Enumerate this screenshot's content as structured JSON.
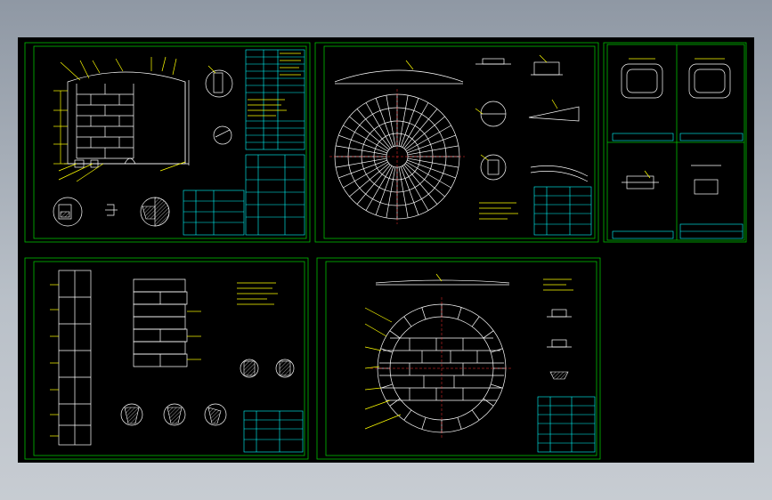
{
  "sheets": [
    {
      "name": "tank-elevation-sheet"
    },
    {
      "name": "roof-plan-sheet"
    },
    {
      "name": "manhole-details-sheet"
    },
    {
      "name": "shell-development-sheet"
    },
    {
      "name": "bottom-plan-sheet"
    }
  ],
  "colors": {
    "background": "#000000",
    "frame": "#00c000",
    "geometry": "#ffffff",
    "annotation": "#ffff00",
    "table": "#00ffff",
    "centerline": "#ff3030",
    "viewport_bg": "#a9b1bb"
  }
}
